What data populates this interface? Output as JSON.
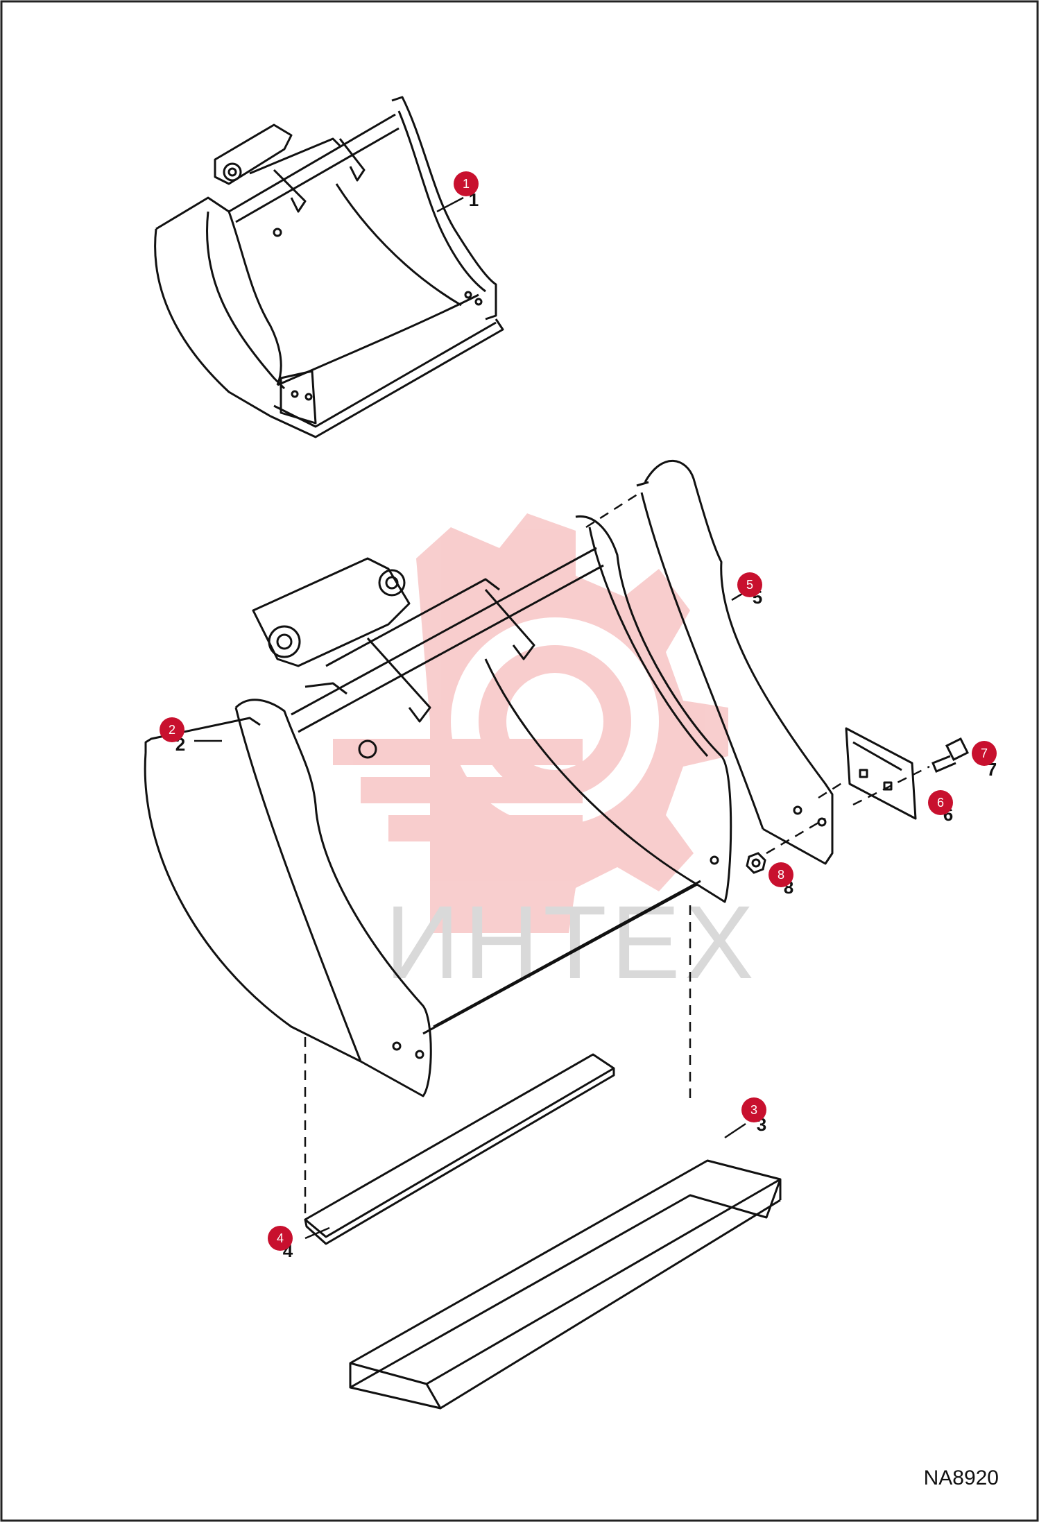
{
  "watermark": {
    "text": "ИНТЕХ",
    "color": "#f3a6a6"
  },
  "callout_color": "#c8102e",
  "document_code": "NA8920",
  "callouts": [
    {
      "id": "1",
      "part_number": "1"
    },
    {
      "id": "2",
      "part_number": "2"
    },
    {
      "id": "3",
      "part_number": "3"
    },
    {
      "id": "4",
      "part_number": "4"
    },
    {
      "id": "5",
      "part_number": "5"
    },
    {
      "id": "6",
      "part_number": "6"
    },
    {
      "id": "7",
      "part_number": "7"
    },
    {
      "id": "8",
      "part_number": "8"
    }
  ]
}
